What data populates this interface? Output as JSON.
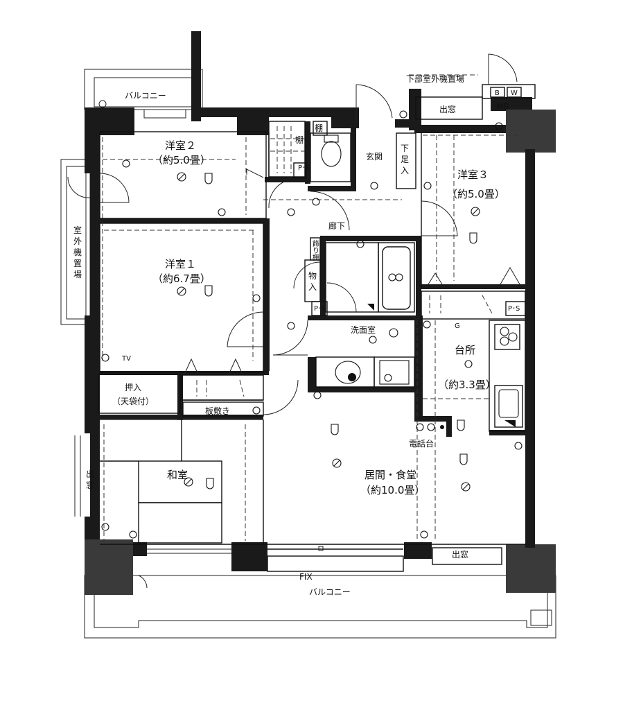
{
  "rooms": {
    "western2": {
      "name": "洋室２",
      "area": "（約5.0畳）"
    },
    "western1": {
      "name": "洋室１",
      "area": "（約6.7畳）"
    },
    "western3": {
      "name": "洋室３",
      "area": "（約5.0畳）"
    },
    "japanese": {
      "name": "和室"
    },
    "living": {
      "name": "居間・食堂",
      "area": "（約10.0畳）"
    },
    "kitchen": {
      "name": "台所",
      "area": "（約3.3畳）"
    },
    "washroom": {
      "name": "洗面室"
    },
    "entrance": {
      "name": "玄関"
    },
    "hallway": {
      "name": "廊下"
    }
  },
  "labels": {
    "balcony_top": "バルコニー",
    "balcony_bottom": "バルコニー",
    "outdoor_unit_left": "室外機置場",
    "outdoor_unit_top": "下部室外機置場",
    "bay_window_top": "出窓",
    "bay_window_left": "出窓",
    "bay_window_bottom": "出窓",
    "mb": "MB",
    "b_mark": "B",
    "w_mark": "W",
    "shoe_storage": "下足入",
    "shelf1": "棚",
    "shelf2": "棚",
    "ps1": "P･S",
    "ps2": "P･S",
    "ps3": "P･S",
    "storage": "物入",
    "deco_shelf": "飾り棚",
    "closet": "押入",
    "closet_sub": "（天袋付）",
    "board": "板敷き",
    "phone": "電話台",
    "fix": "FIX",
    "gas": "G",
    "tv": "TV"
  }
}
